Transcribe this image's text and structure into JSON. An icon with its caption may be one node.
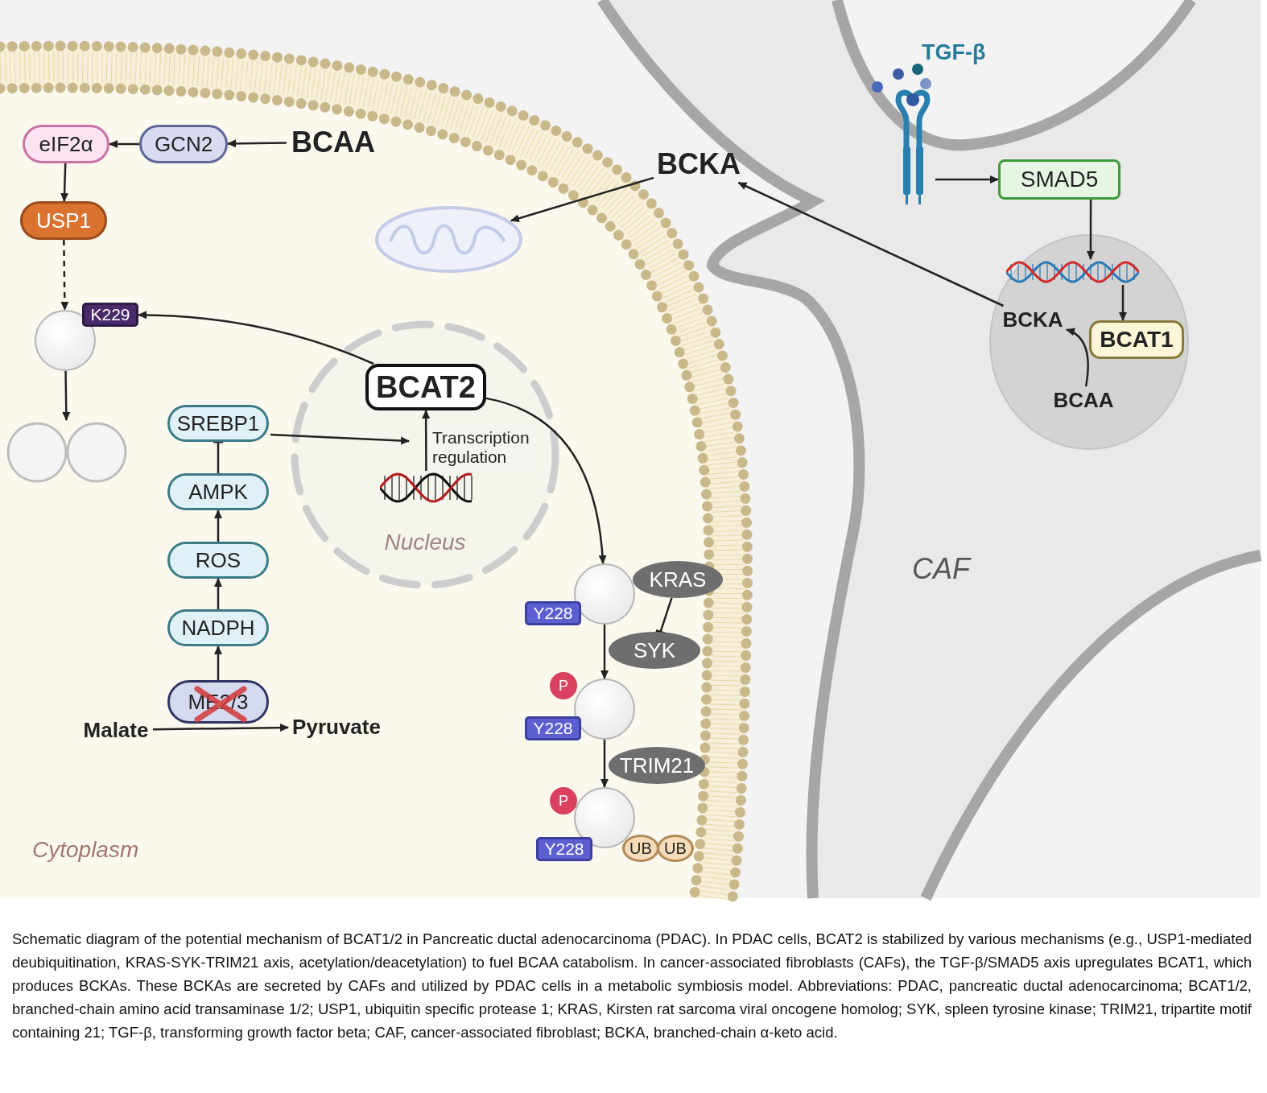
{
  "diagram": {
    "caption": "Schematic diagram of the potential mechanism of BCAT1/2 in Pancreatic ductal adenocarcinoma (PDAC). In PDAC cells, BCAT2 is stabilized by various mechanisms (e.g., USP1-mediated deubiquitination, KRAS-SYK-TRIM21 axis, acetylation/deacetylation) to fuel BCAA catabolism. In cancer-associated fibroblasts (CAFs), the TGF-β/SMAD5 axis upregulates BCAT1, which produces BCKAs. These BCKAs are secreted by CAFs and utilized by PDAC cells in a metabolic symbiosis model. Abbreviations: PDAC, pancreatic ductal adenocarcinoma; BCAT1/2, branched-chain amino acid transaminase 1/2; USP1, ubiquitin specific protease 1; KRAS, Kirsten rat sarcoma viral oncogene homolog; SYK, spleen tyrosine kinase; TRIM21, tripartite motif containing 21; TGF-β, transforming growth factor beta; CAF, cancer-associated fibroblast; BCKA, branched-chain α-keto acid.",
    "nodes": [
      {
        "text": [
          "eIF2α"
        ]
      },
      {
        "text": [
          "GCN2"
        ]
      },
      {
        "text": [
          "BCAA"
        ]
      },
      {
        "text": [
          "USP1"
        ]
      },
      {
        "text": [],
        "shape": "circle"
      },
      {
        "text": [
          "K229"
        ]
      },
      {
        "text": [],
        "shape": "picture"
      },
      {
        "text": [
          "SREBP1"
        ]
      },
      {
        "text": [
          "AMPK"
        ]
      },
      {
        "text": [
          "ROS"
        ]
      },
      {
        "text": [
          "NADPH"
        ]
      },
      {
        "text": [
          "ME2/3"
        ]
      },
      {
        "text": [
          "Malate"
        ]
      },
      {
        "text": [
          "Pyruvate"
        ]
      },
      {
        "text": [
          "Nucleus"
        ]
      },
      {
        "text": [
          "BCAT2"
        ],
        "in": 14
      },
      {
        "text": [],
        "shape": "picture",
        "in": 14
      },
      {
        "text": [],
        "shape": "picture"
      },
      {
        "text": [
          "BCKA"
        ]
      },
      {
        "text": [],
        "shape": "circle"
      },
      {
        "text": [
          "Y228"
        ]
      },
      {
        "text": [
          "KRAS"
        ]
      },
      {
        "text": [
          "SYK"
        ]
      },
      {
        "text": [
          "P"
        ]
      },
      {
        "text": [],
        "shape": "circle"
      },
      {
        "text": [
          "Y228"
        ]
      },
      {
        "text": [
          "TRIM21"
        ]
      },
      {
        "text": [
          "P"
        ]
      },
      {
        "text": [],
        "shape": "circle"
      },
      {
        "text": [
          "Y228"
        ]
      },
      {
        "text": [
          "UB"
        ]
      },
      {
        "text": [
          "UB"
        ]
      },
      {
        "text": [],
        "shape": "picture"
      },
      {
        "text": [
          "SMAD5"
        ]
      },
      {
        "text": [],
        "shape": "circle"
      },
      {
        "text": [],
        "shape": "picture",
        "in": 34
      },
      {
        "text": [
          "BCKA"
        ],
        "in": 34
      },
      {
        "text": [
          "BCAT1"
        ],
        "in": 34
      },
      {
        "text": [
          "BCAA"
        ],
        "in": 34
      }
    ],
    "edges": [
      {
        "from": 1,
        "to": 0,
        "arrow": "to"
      },
      {
        "from": 2,
        "to": 1,
        "arrow": "to"
      },
      {
        "from": 0,
        "to": 3,
        "arrow": "to"
      },
      {
        "from": 3,
        "to": 4,
        "arrow": "to",
        "style": "dashed"
      },
      {
        "from": 15,
        "to": 5,
        "arrow": "to"
      },
      {
        "from": 4,
        "to": 6,
        "arrow": "to"
      },
      {
        "from": 8,
        "to": 7,
        "arrow": "other"
      },
      {
        "from": 9,
        "to": 8,
        "arrow": "to"
      },
      {
        "from": 10,
        "to": 9,
        "arrow": "to"
      },
      {
        "from": 11,
        "to": 10,
        "arrow": "to"
      },
      {
        "from": 12,
        "to": 13,
        "arrow": "to"
      },
      {
        "from": 7,
        "to": 15,
        "arrow": "to"
      },
      {
        "from": 16,
        "to": 15,
        "arrow": "to",
        "label": "Transcription regulation"
      },
      {
        "from": 15,
        "to": 19,
        "arrow": "to"
      },
      {
        "from": 21,
        "to": 22,
        "arrow": "other"
      },
      {
        "from": 19,
        "to": 24,
        "arrow": "to"
      },
      {
        "from": 24,
        "to": 28,
        "arrow": "to"
      },
      {
        "from": 32,
        "to": 33,
        "arrow": "to"
      },
      {
        "from": 33,
        "to": 35,
        "arrow": "to"
      },
      {
        "from": 35,
        "to": 37,
        "arrow": "to"
      },
      {
        "from": 38,
        "to": 36,
        "arrow": "to"
      },
      {
        "from": 36,
        "to": 18,
        "arrow": "to"
      },
      {
        "from": 18,
        "to": 17,
        "arrow": "to"
      }
    ],
    "labels": [
      "TGF-β",
      "CAF",
      "Cytoplasm"
    ]
  }
}
